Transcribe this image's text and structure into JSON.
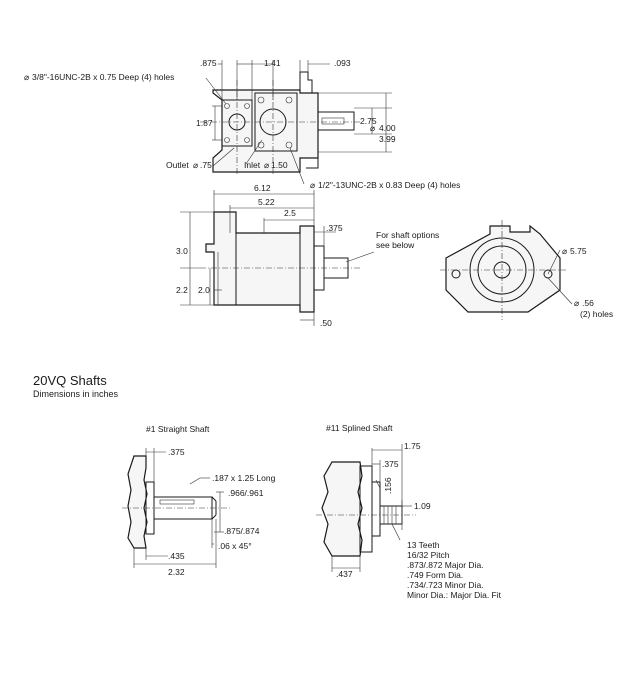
{
  "top_view": {
    "dims": {
      "d875": ".875",
      "d141": "1.41",
      "d093": ".093",
      "d187": "1.87",
      "d275": "2.75",
      "d400": "4.00",
      "d399": "3.99"
    },
    "callouts": {
      "holes_38": "3/8\"-16UNC-2B x 0.75 Deep (4) holes",
      "outlet": "Outlet",
      "outlet_dia": ".75",
      "inlet": "Inlet",
      "inlet_dia": "1.50",
      "holes_12": "1/2\"-13UNC-2B x 0.83 Deep (4) holes"
    }
  },
  "side_view": {
    "dims": {
      "d612": "6.12",
      "d522": "5.22",
      "d25": "2.5",
      "d375": ".375",
      "d30": "3.0",
      "d22": "2.2",
      "d20": "2.0",
      "d50": ".50"
    },
    "callouts": {
      "shaft_line1": "For shaft options",
      "shaft_line2": "see below"
    }
  },
  "end_view": {
    "dims": {
      "d575": "5.75",
      "d56": ".56"
    },
    "callouts": {
      "holes": "(2) holes"
    }
  },
  "section": {
    "title": "20VQ Shafts",
    "subtitle": "Dimensions in inches"
  },
  "shaft1": {
    "title": "#1 Straight Shaft",
    "dims": {
      "d375": ".375",
      "key": ".187 x 1.25 Long",
      "d966": ".966/.961",
      "d875": ".875/.874",
      "chamfer": ".06 x 45°",
      "d435": ".435",
      "d232": "2.32"
    }
  },
  "shaft11": {
    "title": "#11 Splined Shaft",
    "dims": {
      "d175": "1.75",
      "d375": ".375",
      "d156": ".156",
      "d109": "1.09",
      "d437": ".437"
    },
    "spec": [
      "13 Teeth",
      "16/32 Pitch",
      ".873/.872 Major Dia.",
      ".749 Form Dia.",
      ".734/.723 Minor Dia.",
      "Minor Dia.: Major Dia. Fit"
    ]
  },
  "symbols": {
    "diameter": "⌀"
  }
}
